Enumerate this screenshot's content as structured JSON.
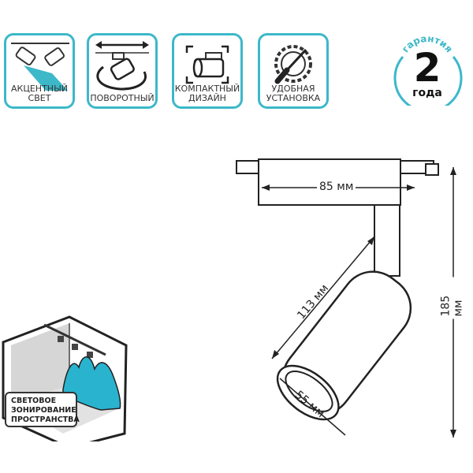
{
  "features": [
    {
      "label": "АКЦЕНТНЫЙ\nСВЕТ",
      "icon": "accent-light-icon"
    },
    {
      "label": "ПОВОРОТНЫЙ",
      "icon": "rotate-icon"
    },
    {
      "label": "КОМПАКТНЫЙ\nДИЗАЙН",
      "icon": "compact-icon"
    },
    {
      "label": "УДОБНАЯ\nУСТАНОВКА",
      "icon": "tools-icon"
    }
  ],
  "warranty": {
    "top": "гарантия",
    "number": "2",
    "unit": "года"
  },
  "zoning": {
    "label": "СВЕТОВОЕ\nЗОНИРОВАНИЕ\nПРОСТРАНСТВА"
  },
  "dimensions": {
    "width": "85 мм",
    "length": "113 мм",
    "height": "185 мм",
    "diameter": "55 мм"
  },
  "colors": {
    "accent": "#3cb8c9",
    "grey": "#d6d6d6"
  }
}
